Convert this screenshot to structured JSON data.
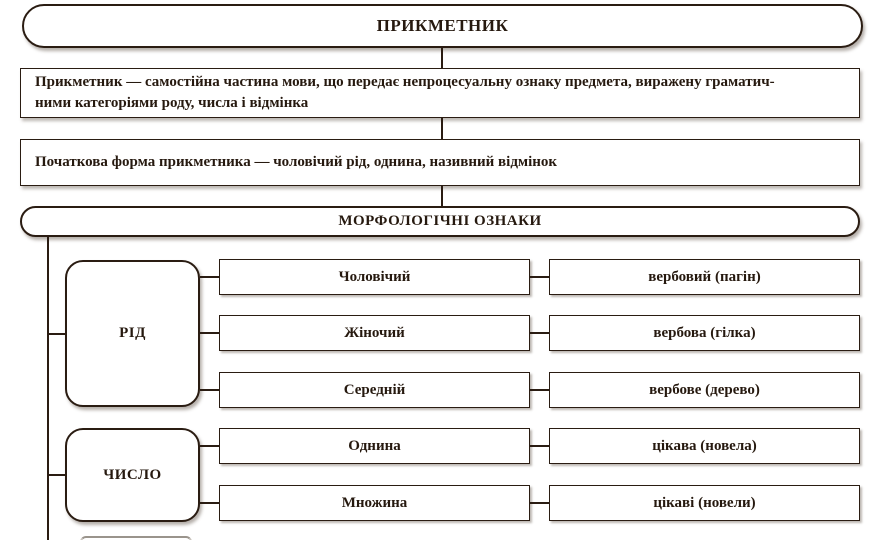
{
  "diagram": {
    "language": "uk",
    "title_box": {
      "label": "ПРИКМЕТНИК"
    },
    "definition_box": {
      "lines": [
        "Прикметник — самостійна частина мови, що передає непроцесуальну ознаку предмета, виражену граматич-",
        "ними категоріями роду, числа і відмінка"
      ],
      "full_text": "Прикметник — самостійна частина мови, що передає непроцесуальну ознаку предмета, виражену граматичними категоріями роду, числа і відмінка"
    },
    "initial_form_box": {
      "text": "Початкова форма прикметника — чоловічий рід, однина, називний відмінок"
    },
    "morphology_box": {
      "label": "МОРФОЛОГІЧНІ ОЗНАКИ"
    },
    "tree": {
      "groups": [
        {
          "label": "РІД",
          "rows": [
            {
              "category": "Чоловічий",
              "example": "вербовий (пагін)"
            },
            {
              "category": "Жіночий",
              "example": "вербова (гілка)"
            },
            {
              "category": "Середній",
              "example": "вербове (дерево)"
            }
          ]
        },
        {
          "label": "ЧИСЛО",
          "rows": [
            {
              "category": "Однина",
              "example": "цікава (новела)"
            },
            {
              "category": "Множина",
              "example": "цікаві (новели)"
            }
          ]
        }
      ]
    },
    "colors": {
      "border": "#2a1c12",
      "text": "#26190f",
      "background": "#ffffff",
      "shadow": "rgba(90,78,66,0.45)"
    }
  }
}
